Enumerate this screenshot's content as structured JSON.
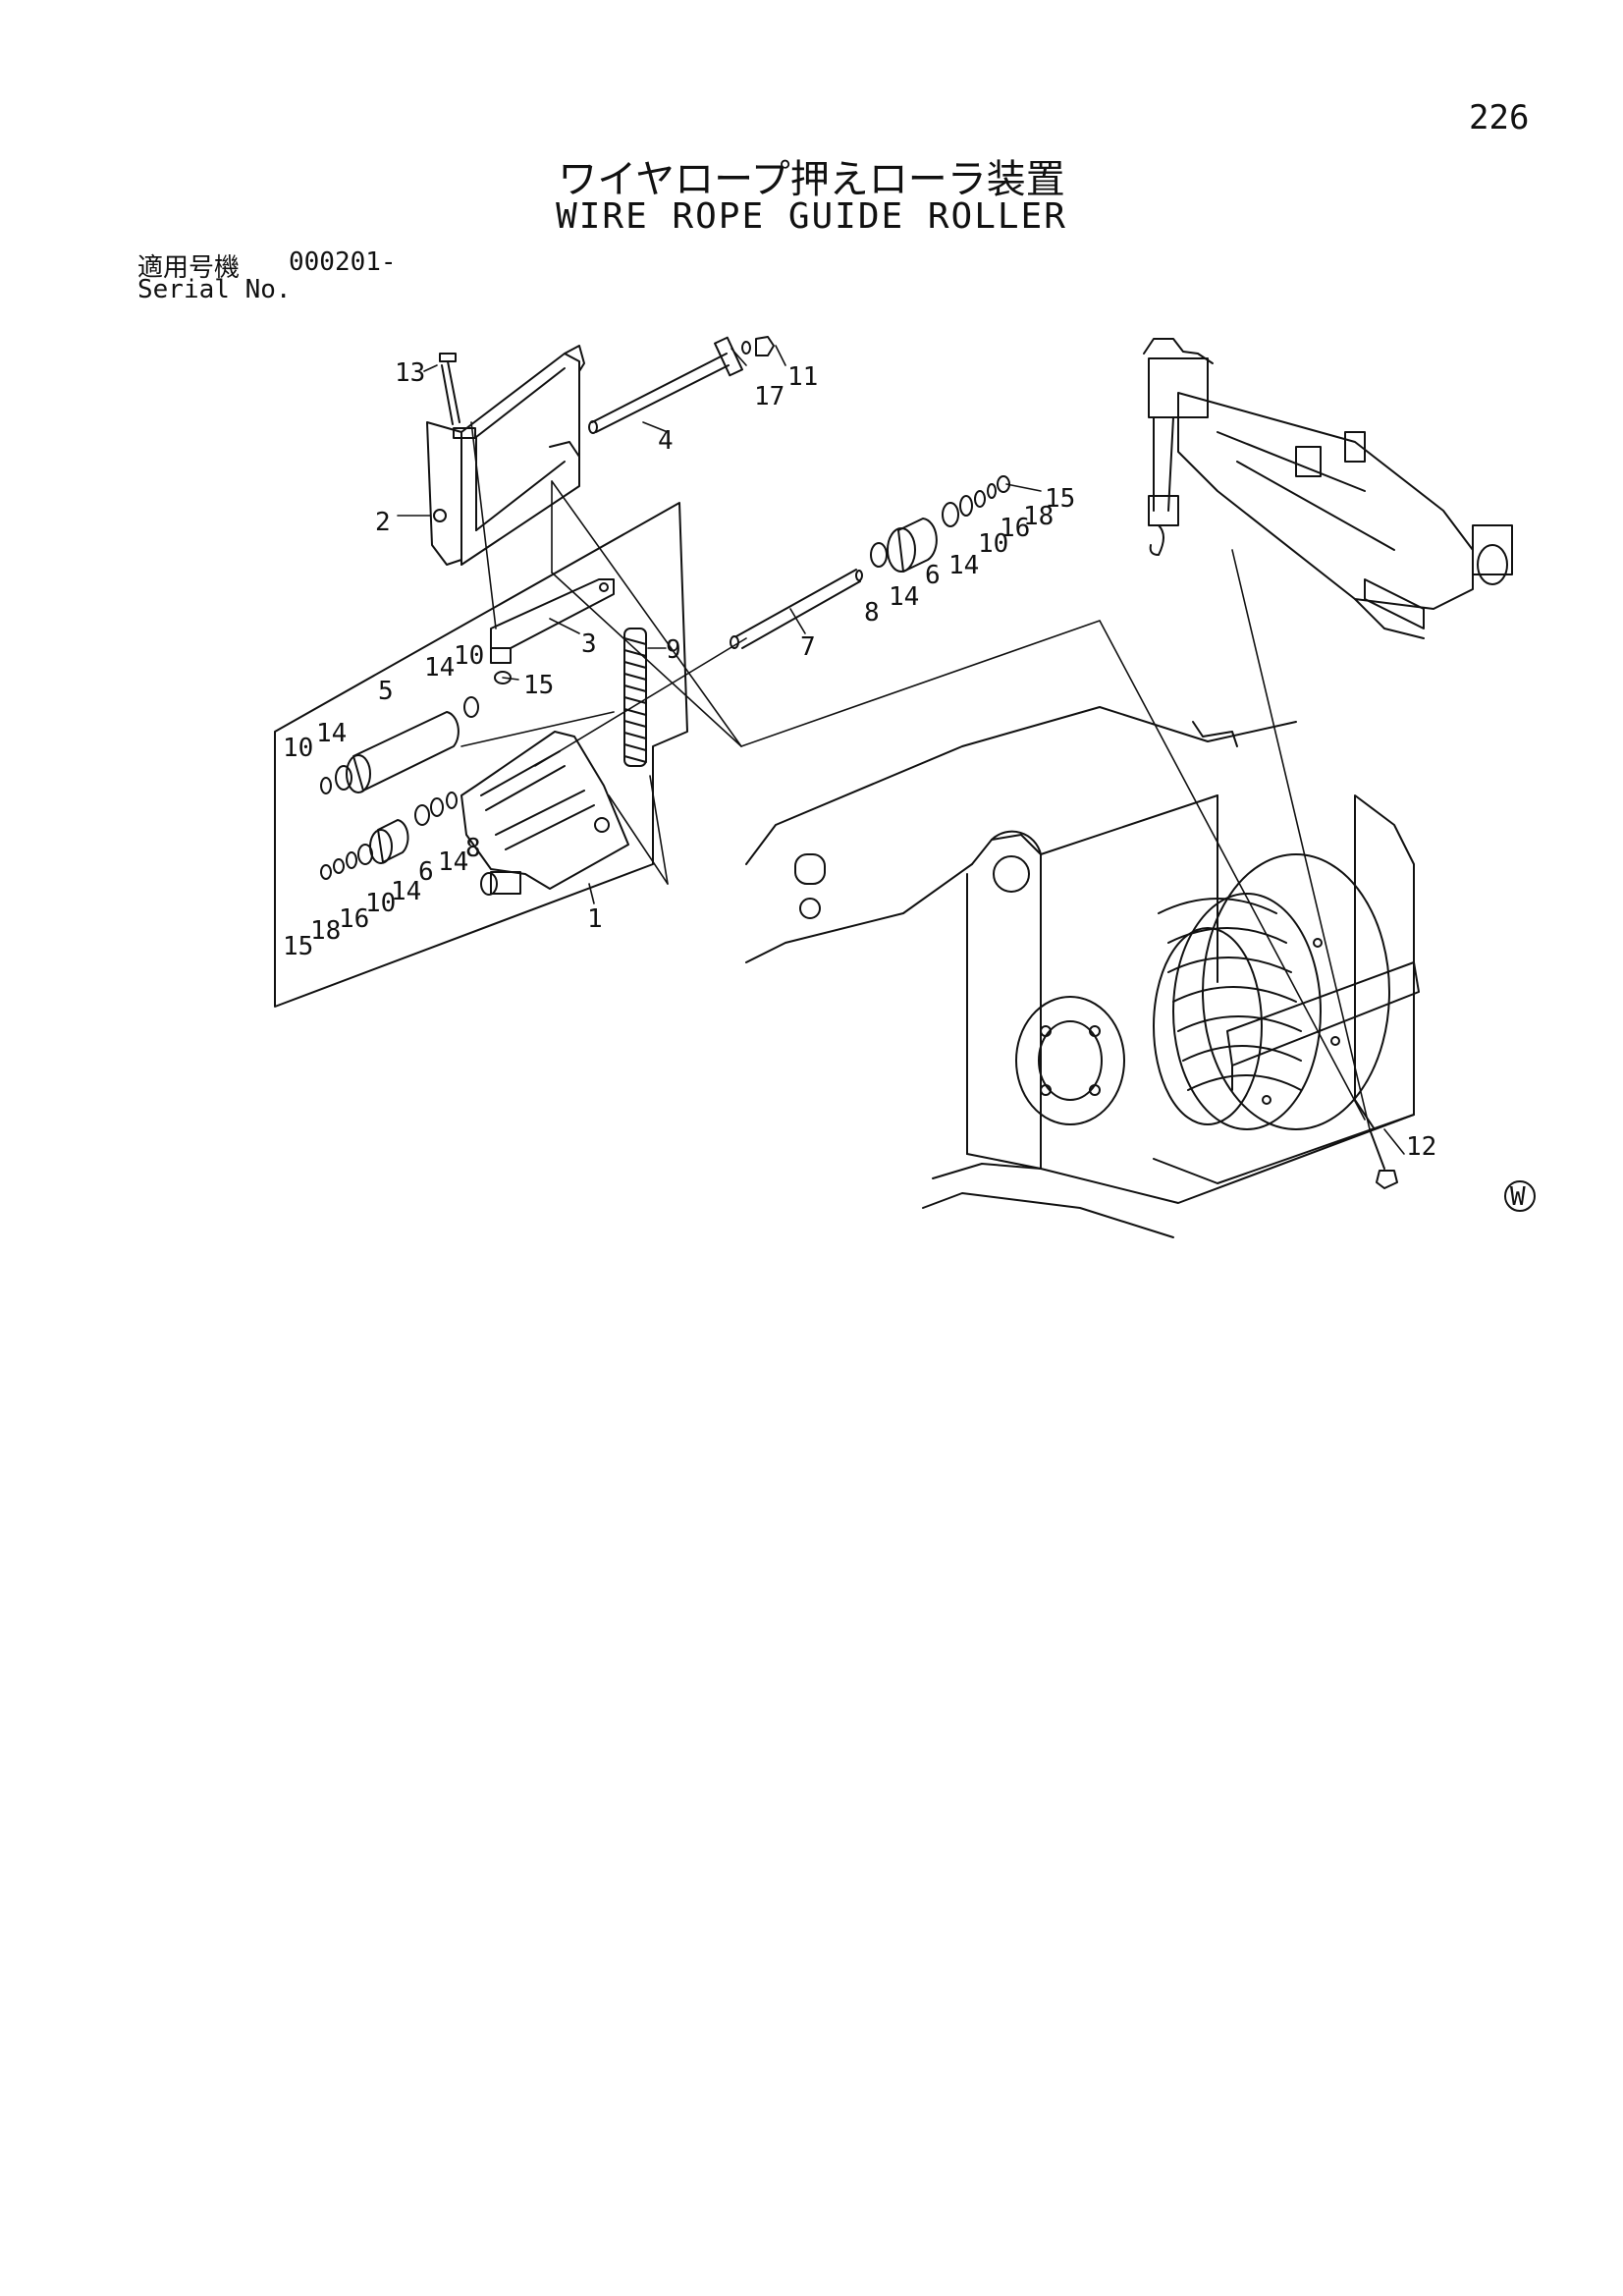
{
  "page": {
    "number": "226",
    "title_jp": "ワイヤロープ押えローラ装置",
    "title_en": "WIRE ROPE GUIDE ROLLER",
    "serial_label_jp": "適用号機",
    "serial_value": "000201-",
    "serial_label_en": "Serial No.",
    "mark": "W"
  },
  "callouts": [
    {
      "id": "c13",
      "text": "13"
    },
    {
      "id": "c17",
      "text": "17"
    },
    {
      "id": "c11",
      "text": "11"
    },
    {
      "id": "c4",
      "text": "4"
    },
    {
      "id": "c2",
      "text": "2"
    },
    {
      "id": "c3",
      "text": "3"
    },
    {
      "id": "c9",
      "text": "9"
    },
    {
      "id": "c15a",
      "text": "15"
    },
    {
      "id": "c14a",
      "text": "14"
    },
    {
      "id": "c10a",
      "text": "10"
    },
    {
      "id": "c5",
      "text": "5"
    },
    {
      "id": "c10b",
      "text": "10"
    },
    {
      "id": "c14b",
      "text": "14"
    },
    {
      "id": "c8a",
      "text": "8"
    },
    {
      "id": "c14c",
      "text": "14"
    },
    {
      "id": "c6a",
      "text": "6"
    },
    {
      "id": "c14d",
      "text": "14"
    },
    {
      "id": "c10c",
      "text": "10"
    },
    {
      "id": "c16a",
      "text": "16"
    },
    {
      "id": "c18a",
      "text": "18"
    },
    {
      "id": "c15b",
      "text": "15"
    },
    {
      "id": "c1",
      "text": "1"
    },
    {
      "id": "c15c",
      "text": "15"
    },
    {
      "id": "c18b",
      "text": "18"
    },
    {
      "id": "c16b",
      "text": "16"
    },
    {
      "id": "c10d",
      "text": "10"
    },
    {
      "id": "c14e",
      "text": "14"
    },
    {
      "id": "c6b",
      "text": "6"
    },
    {
      "id": "c14f",
      "text": "14"
    },
    {
      "id": "c8b",
      "text": "8"
    },
    {
      "id": "c7",
      "text": "7"
    },
    {
      "id": "c12",
      "text": "12"
    }
  ]
}
